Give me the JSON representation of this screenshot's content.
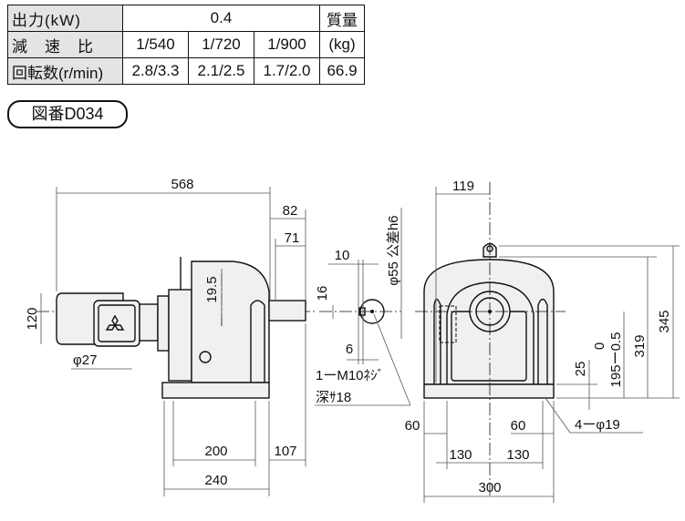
{
  "spec_table": {
    "rows": [
      {
        "label": "出力(kW)",
        "cells": [
          "0.4"
        ],
        "mass_header": "質量"
      },
      {
        "label": "減　速　比",
        "cells": [
          "1/540",
          "1/720",
          "1/900"
        ],
        "mass_unit": "(kg)"
      },
      {
        "label": "回転数(r/min)",
        "cells": [
          "2.8/3.3",
          "2.1/2.5",
          "1.7/2.0"
        ],
        "mass_value": "66.9"
      }
    ]
  },
  "drawing_number": "図番D034",
  "side_view": {
    "dims": {
      "overall_length": "568",
      "shaft_82": "82",
      "shaft_71": "71",
      "height_120": "120",
      "conduit": "φ27",
      "offset": "19.5",
      "base_200": "200",
      "base_240": "240",
      "dim_107": "107"
    }
  },
  "shaft_end": {
    "dims": {
      "key_10": "10",
      "key_16": "16",
      "key_6": "6",
      "diameter": "φ55 公差h6"
    },
    "note_line1": "1ーM10ﾈｼﾞ",
    "note_line2": "深ｻ18"
  },
  "front_view": {
    "dims": {
      "half_width": "119",
      "total_height": "345",
      "height_319": "319",
      "center_height": "195ー0.5",
      "tol_upper": "0",
      "base_thk": "25",
      "bolt_60_left": "60",
      "bolt_60_right": "60",
      "bolt_130_left": "130",
      "bolt_130_right": "130",
      "width_300": "300",
      "holes": "4ーφ19"
    }
  }
}
